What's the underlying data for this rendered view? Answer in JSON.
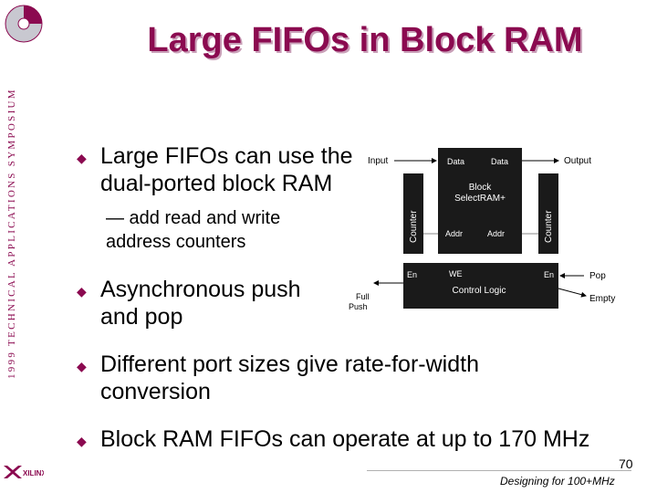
{
  "slide": {
    "title": "Large FIFOs in Block RAM",
    "bullets": [
      {
        "text": "Large FIFOs can use the dual-ported block RAM"
      },
      {
        "text": "Asynchronous push and pop"
      },
      {
        "text": "Different port sizes give rate-for-width conversion"
      },
      {
        "text": "Block RAM FIFOs can operate at up to 170 MHz"
      }
    ],
    "subbullet": "— add read and write address counters",
    "footer": "Designing for 100+MHz",
    "page_number": "70",
    "sidebar_text": "1999 TECHNICAL APPLICATIONS SYMPOSIUM",
    "logo_text": "XILINX"
  },
  "diagram": {
    "input": "Input",
    "output": "Output",
    "data_left": "Data",
    "data_right": "Data",
    "block_line1": "Block",
    "block_line2": "SelectRAM+",
    "addr_left": "Addr",
    "addr_right": "Addr",
    "counter_left": "Counter",
    "counter_right": "Counter",
    "en_left": "En",
    "we": "WE",
    "en_right": "En",
    "control": "Control Logic",
    "full": "Full",
    "push": "Push",
    "pop": "Pop",
    "empty": "Empty"
  },
  "colors": {
    "accent": "#8b0a50",
    "box_fill": "#1a1a1a",
    "box_text": "#ffffff",
    "sidebar": "#8b0a50"
  }
}
